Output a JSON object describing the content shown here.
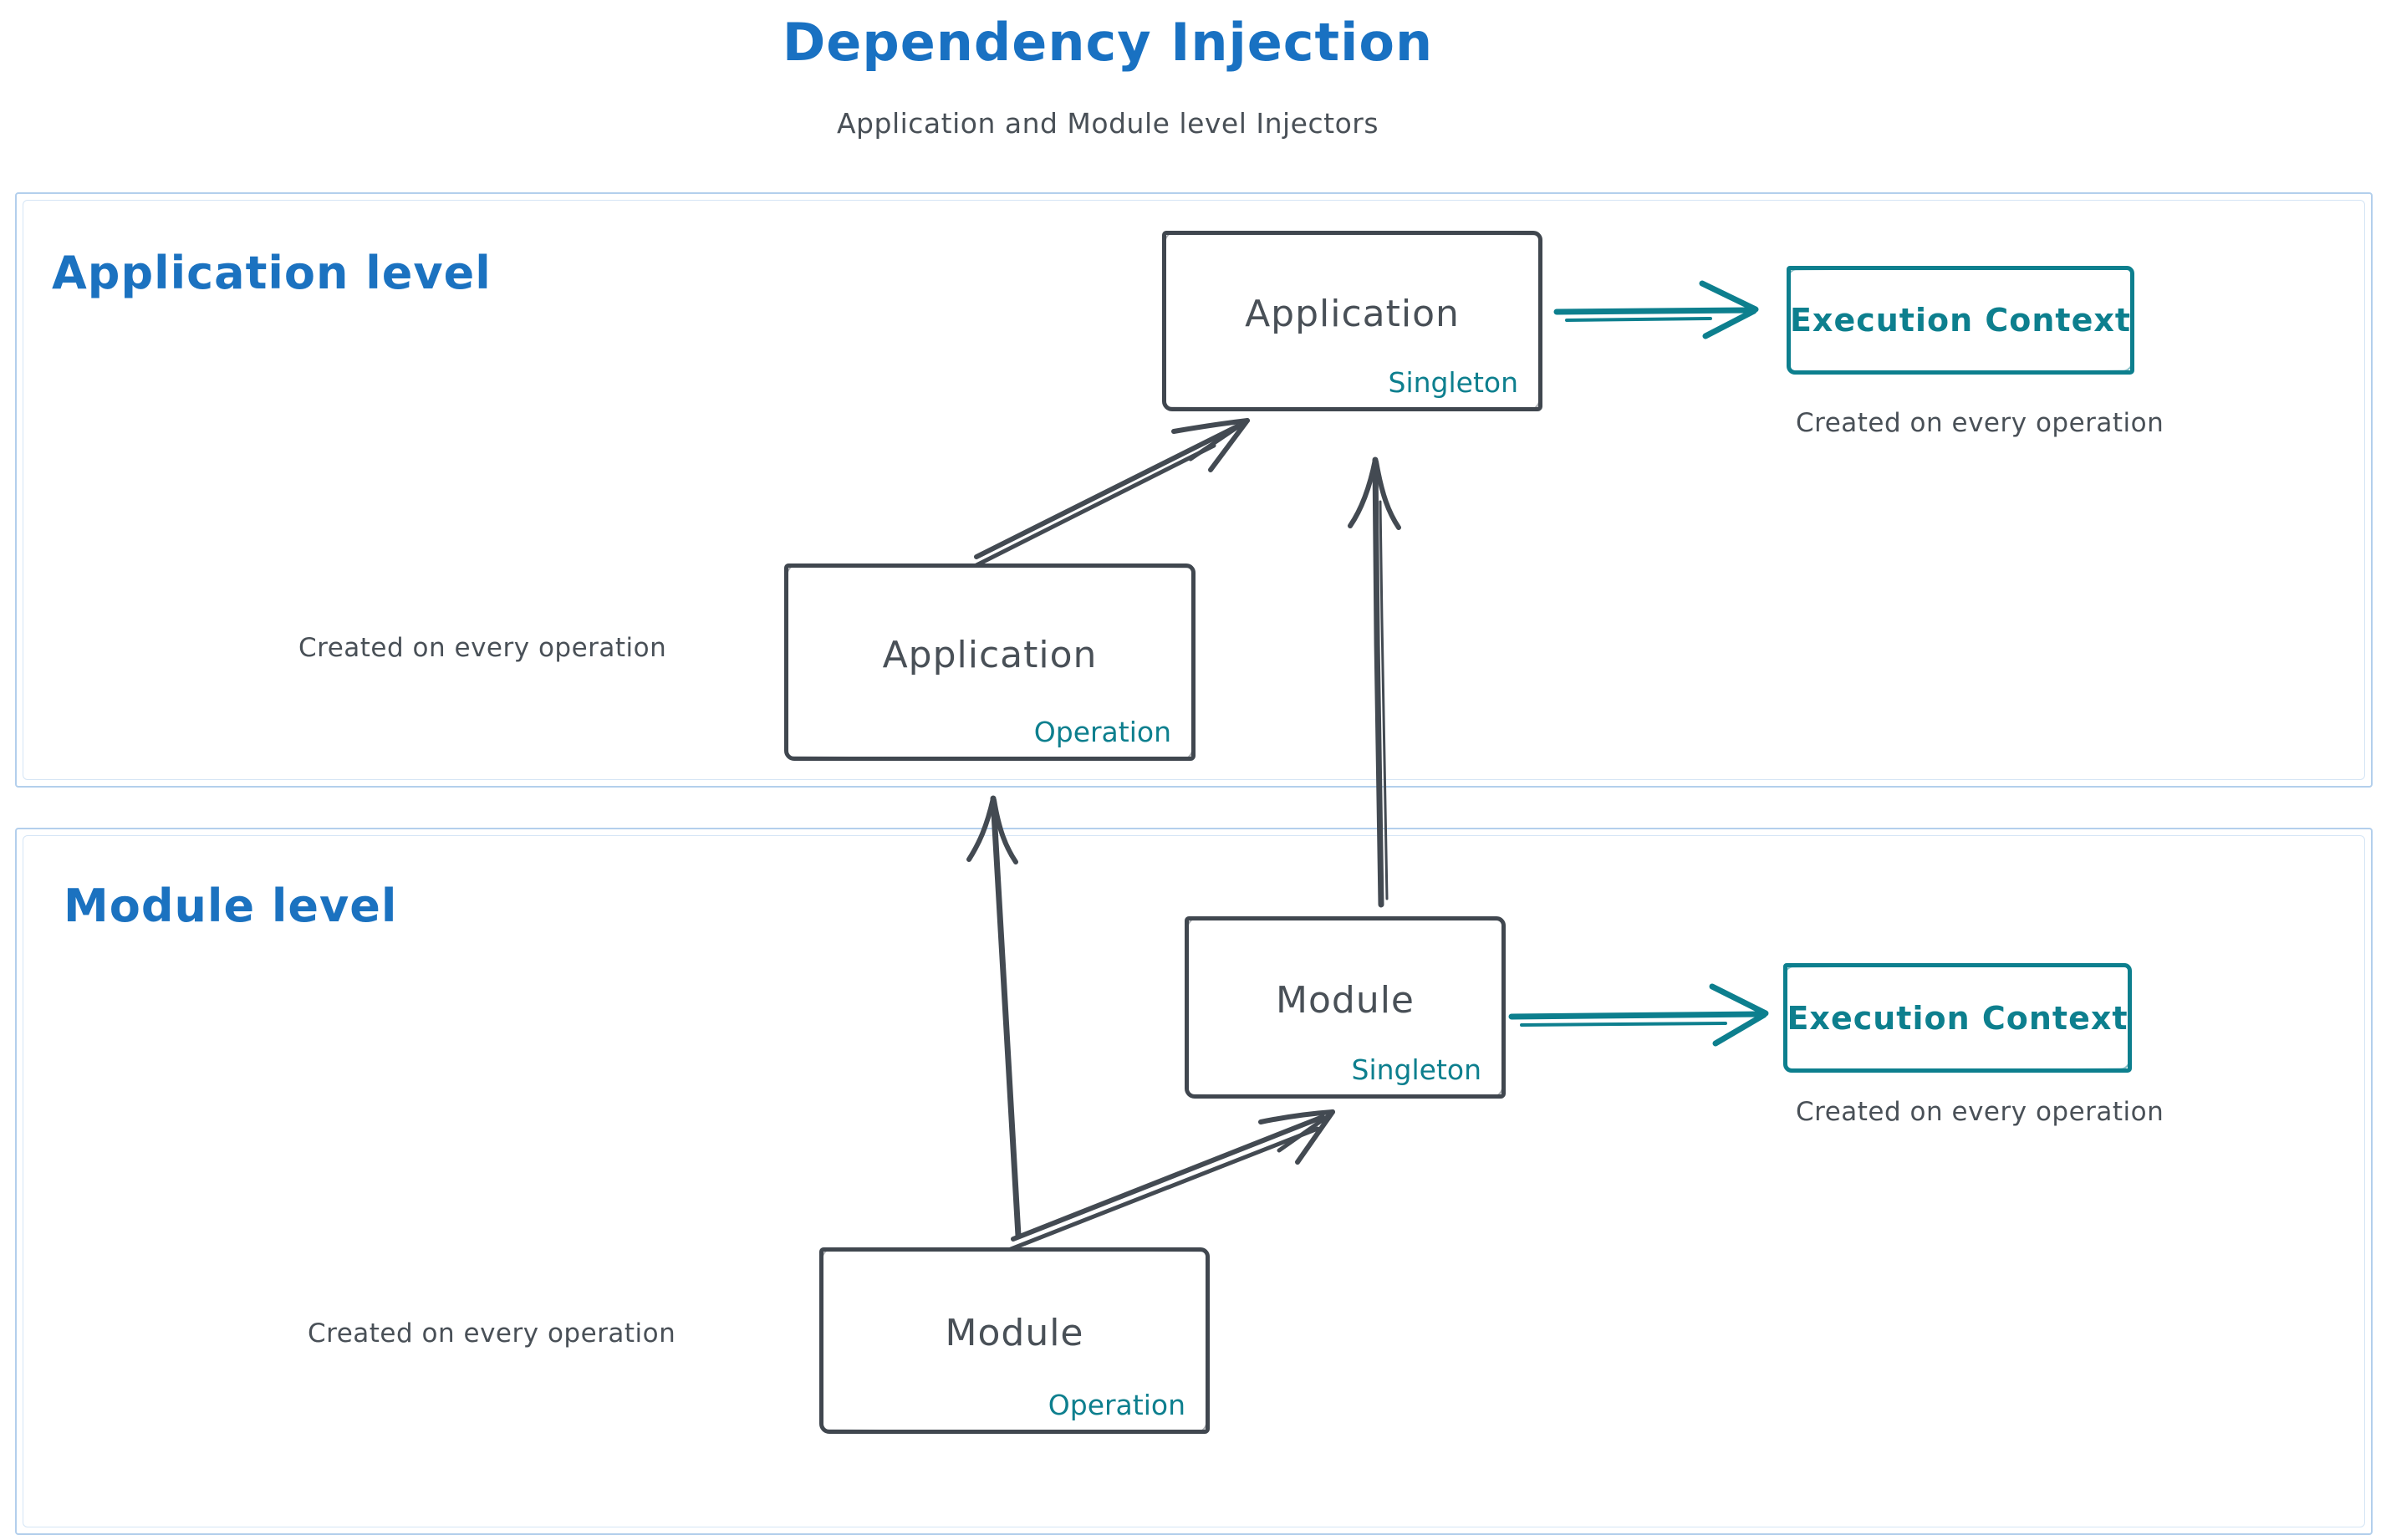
{
  "title": "Dependency Injection",
  "subtitle": "Application and Module level Injectors",
  "colors": {
    "accent_blue": "#1971c2",
    "teal": "#0d7f8e",
    "dark_gray": "#495057",
    "container_border": "#b3cfec"
  },
  "application_section": {
    "label": "Application level",
    "singleton_box": {
      "name": "Application",
      "scope": "Singleton"
    },
    "operation_box": {
      "name": "Application",
      "scope": "Operation"
    },
    "operation_note": "Created on every operation",
    "execution_context": {
      "label": "Execution Context",
      "note": "Created on every operation"
    }
  },
  "module_section": {
    "label": "Module level",
    "singleton_box": {
      "name": "Module",
      "scope": "Singleton"
    },
    "operation_box": {
      "name": "Module",
      "scope": "Operation"
    },
    "operation_note": "Created on every operation",
    "execution_context": {
      "label": "Execution Context",
      "note": "Created on every operation"
    }
  }
}
